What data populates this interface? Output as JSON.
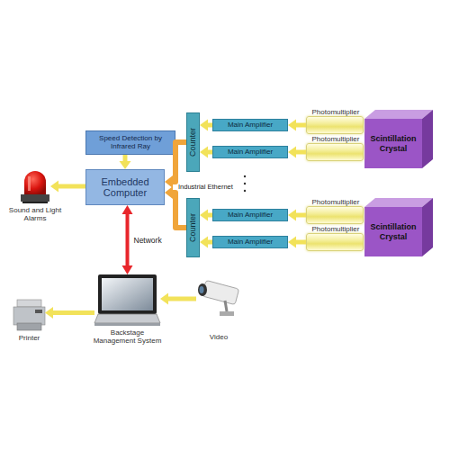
{
  "diagram": {
    "nodes": [
      {
        "text": [
          "Speed Detection by Infrared Ray"
        ]
      },
      {
        "text": [
          "Embedded Computer"
        ]
      },
      {
        "text": [
          "Sound and Light Alarms"
        ]
      },
      {
        "text": [
          "Counter"
        ]
      },
      {
        "text": [
          "Main Amplifier"
        ]
      },
      {
        "text": [
          "Photomultiplier"
        ]
      },
      {
        "text": [
          "Scintillation Crystal"
        ]
      },
      {
        "text": [
          "Main Amplifier"
        ]
      },
      {
        "text": [
          "Photomultiplier"
        ]
      },
      {
        "text": [
          "Counter"
        ]
      },
      {
        "text": [
          "Main Amplifier"
        ]
      },
      {
        "text": [
          "Photomultiplier"
        ]
      },
      {
        "text": [
          "Scintillation Crystal"
        ]
      },
      {
        "text": [
          "Main Amplifier"
        ]
      },
      {
        "text": [
          "Photomultiplier"
        ]
      },
      {
        "text": [
          "Backstage Management System"
        ]
      },
      {
        "text": [
          "Printer"
        ]
      },
      {
        "text": [
          "Video"
        ]
      }
    ],
    "edges": [
      {
        "from": 0,
        "to": 1,
        "arrow": "to"
      },
      {
        "from": 1,
        "to": 2,
        "arrow": "to"
      },
      {
        "from": 5,
        "to": 4,
        "arrow": "to"
      },
      {
        "from": 4,
        "to": 3,
        "arrow": "to"
      },
      {
        "from": 8,
        "to": 7,
        "arrow": "to"
      },
      {
        "from": 7,
        "to": 3,
        "arrow": "to"
      },
      {
        "from": 11,
        "to": 10,
        "arrow": "to"
      },
      {
        "from": 10,
        "to": 9,
        "arrow": "to"
      },
      {
        "from": 14,
        "to": 13,
        "arrow": "to"
      },
      {
        "from": 13,
        "to": 9,
        "arrow": "to"
      },
      {
        "from": 3,
        "to": 1,
        "arrow": "to"
      },
      {
        "from": 9,
        "to": 1,
        "arrow": "to"
      },
      {
        "from": 1,
        "to": 15,
        "label": "Network",
        "arrow": "both"
      },
      {
        "from": 17,
        "to": 15,
        "arrow": "to"
      },
      {
        "from": 15,
        "to": 16,
        "arrow": "to"
      }
    ],
    "labels": [
      "Industrial Ethernet"
    ]
  }
}
